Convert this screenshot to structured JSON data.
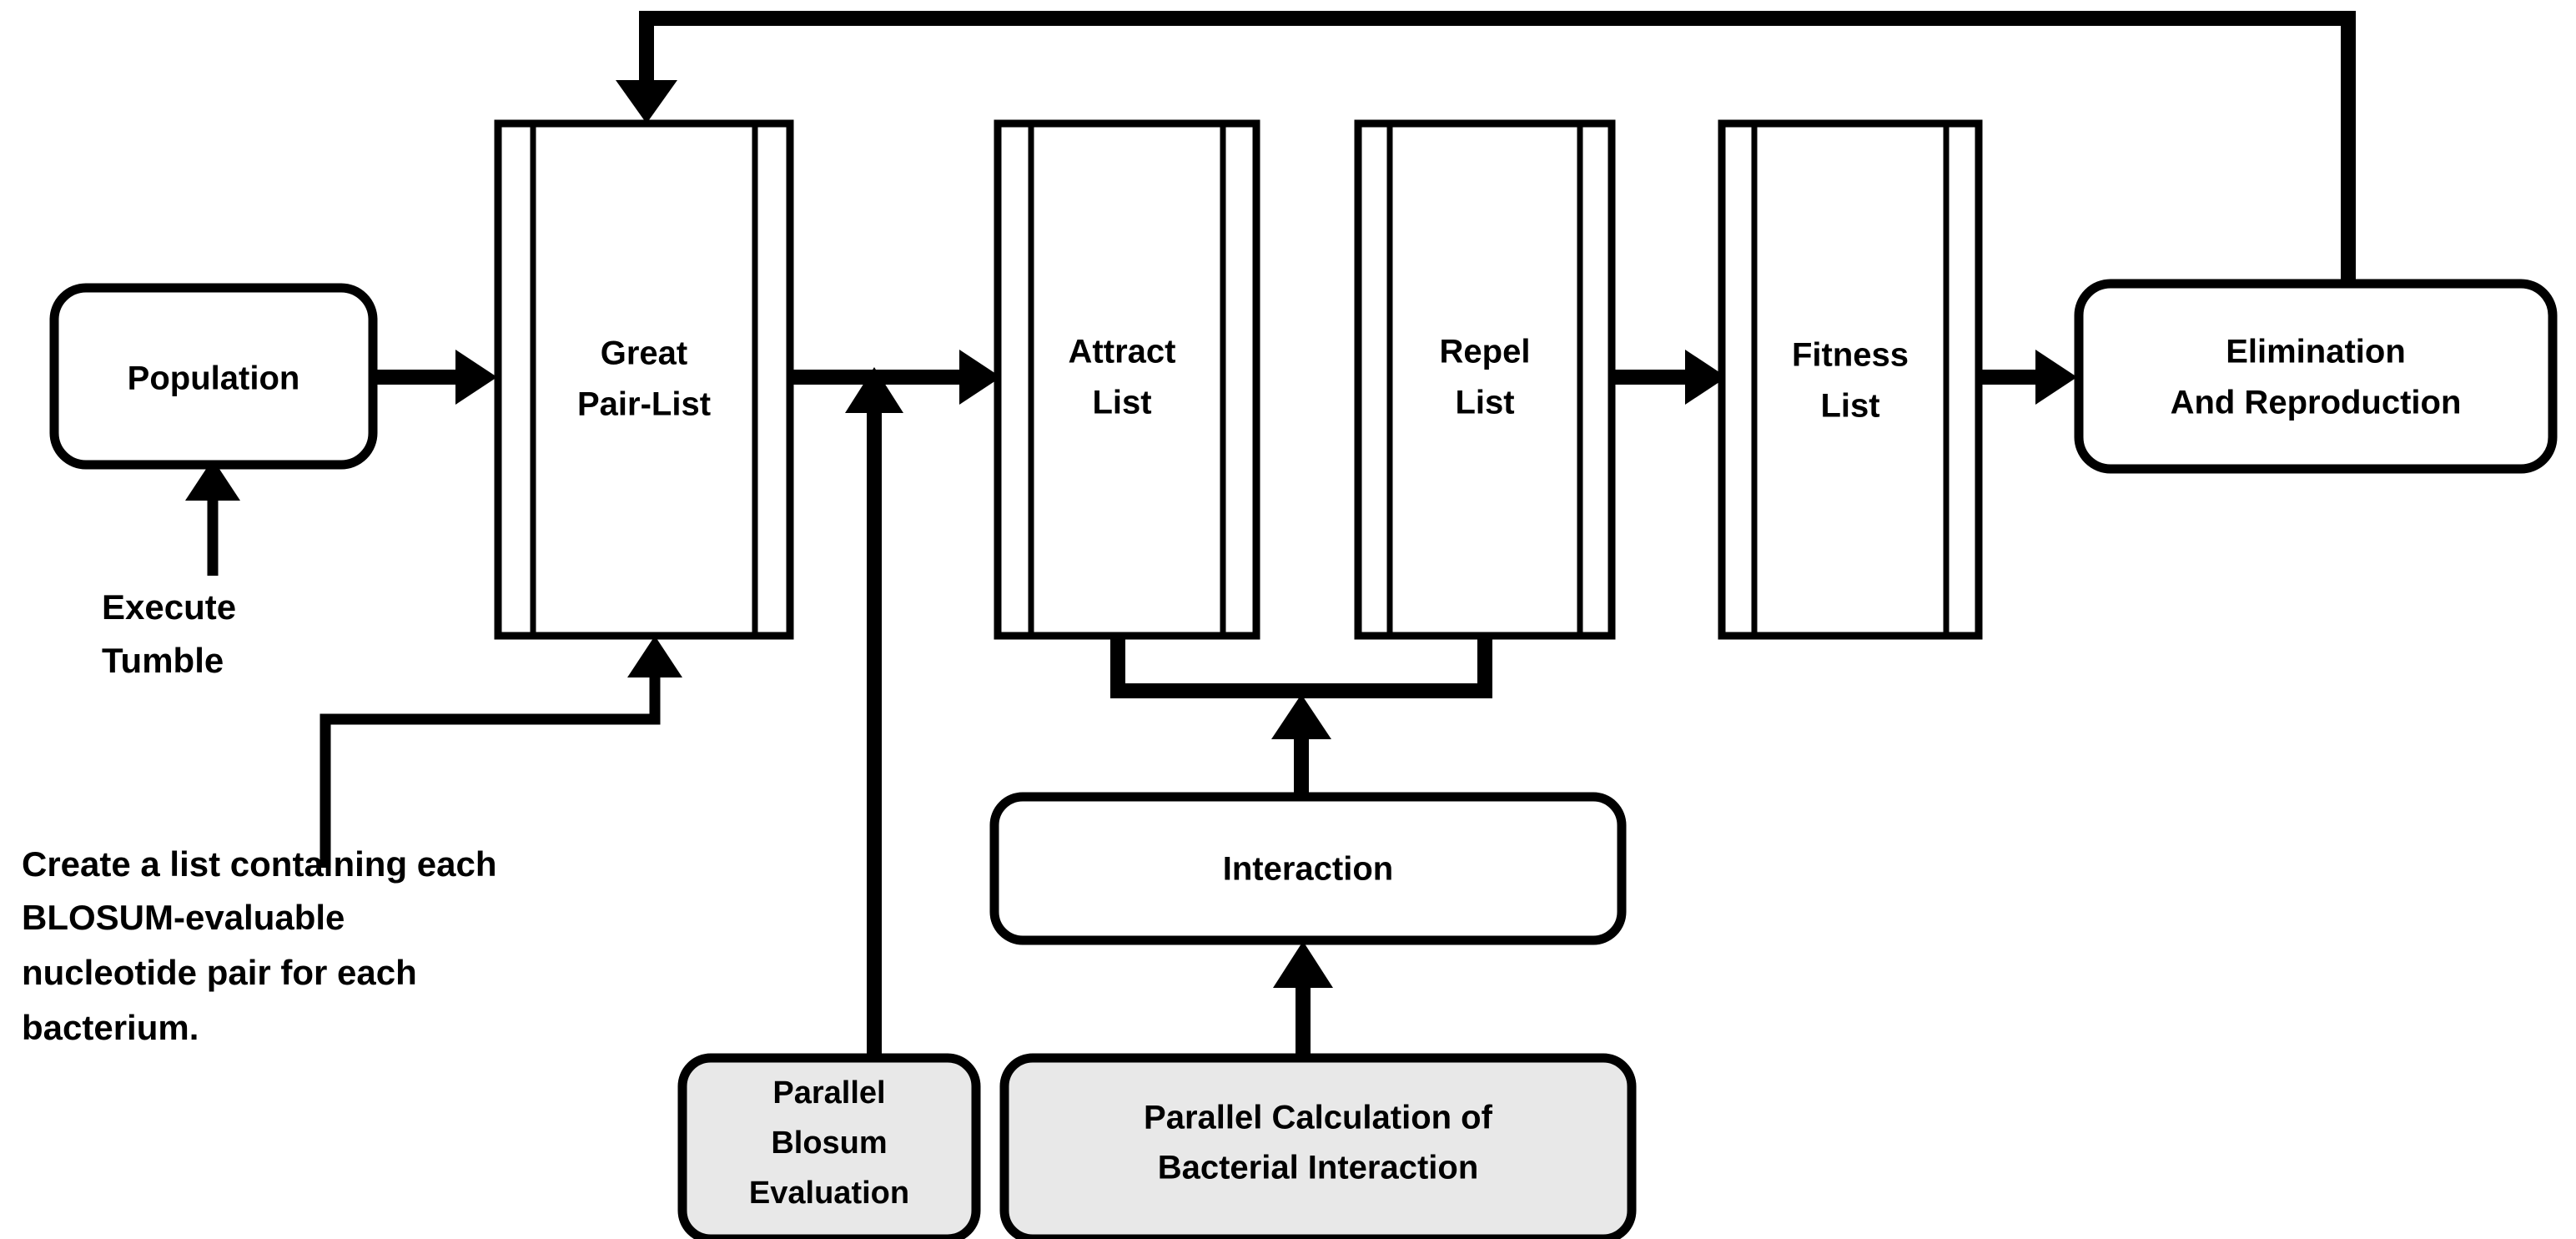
{
  "diagram": {
    "title": "Bacterial Foraging Optimization Parallel Pipeline Flowchart",
    "background_color": "#ffffff",
    "line_color": "#000000",
    "gray_fill_color": "#e8e8e8",
    "white_fill_color": "#ffffff",
    "nodes": {
      "population": {
        "label": "Population",
        "shape": "rounded-rect",
        "fill": "#ffffff"
      },
      "great_pair_list": {
        "label_line1": "Great",
        "label_line2": "Pair-List",
        "shape": "predefined-process",
        "fill": "#ffffff"
      },
      "attract_list": {
        "label_line1": "Attract",
        "label_line2": "List",
        "shape": "predefined-process",
        "fill": "#ffffff"
      },
      "repel_list": {
        "label_line1": "Repel",
        "label_line2": "List",
        "shape": "predefined-process",
        "fill": "#ffffff"
      },
      "fitness_list": {
        "label_line1": "Fitness",
        "label_line2": "List",
        "shape": "predefined-process",
        "fill": "#ffffff"
      },
      "elimination_reproduction": {
        "label_line1": "Elimination",
        "label_line2": "And Reproduction",
        "shape": "rounded-rect",
        "fill": "#ffffff"
      },
      "interaction": {
        "label": "Interaction",
        "shape": "rounded-rect",
        "fill": "#ffffff"
      },
      "parallel_blosum_evaluation": {
        "label_line1": "Parallel",
        "label_line2": "Blosum",
        "label_line3": "Evaluation",
        "shape": "rounded-rect",
        "fill": "#e8e8e8"
      },
      "parallel_bacterial_interaction": {
        "label_line1": "Parallel Calculation of",
        "label_line2": "Bacterial Interaction",
        "shape": "rounded-rect",
        "fill": "#e8e8e8"
      }
    },
    "annotations": {
      "execute_tumble": {
        "line1": "Execute",
        "line2": "Tumble"
      },
      "create_list": {
        "line1": "Create a list containing each",
        "line2": "BLOSUM-evaluable",
        "line3": "nucleotide pair for each",
        "line4": "bacterium."
      }
    }
  }
}
